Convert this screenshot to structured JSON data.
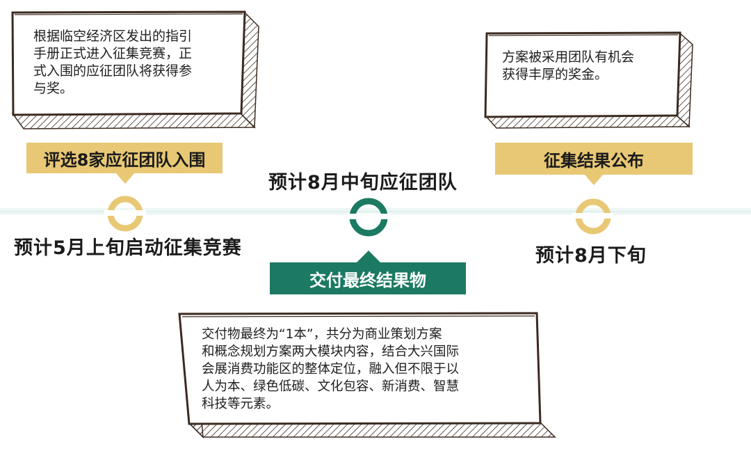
{
  "colors": {
    "gold": "#e8c874",
    "green": "#1b7a61",
    "ink": "#3b2a20",
    "timeline": "#dff0ec"
  },
  "milestones": [
    {
      "note": "根据临空经济区发出的指引\n手册正式进入征集竞赛，正\n式入围的应征团队将获得参\n与奖。",
      "label": "评选8家应征团队入围",
      "date": "预计5月上旬启动征集竞赛"
    },
    {
      "label": "交付最终结果物",
      "date": "预计8月中旬应征团队",
      "note": "交付物最终为“1本”，共分为商业策划方案\n和概念规划方案两大模块内容，结合大兴国际\n会展消费功能区的整体定位，融入但不限于以\n人为本、绿色低碳、文化包容、新消费、智慧\n科技等元素。"
    },
    {
      "note": "方案被采用团队有机会\n获得丰厚的奖金。",
      "label": "征集结果公布",
      "date": "预计8月下旬"
    }
  ]
}
